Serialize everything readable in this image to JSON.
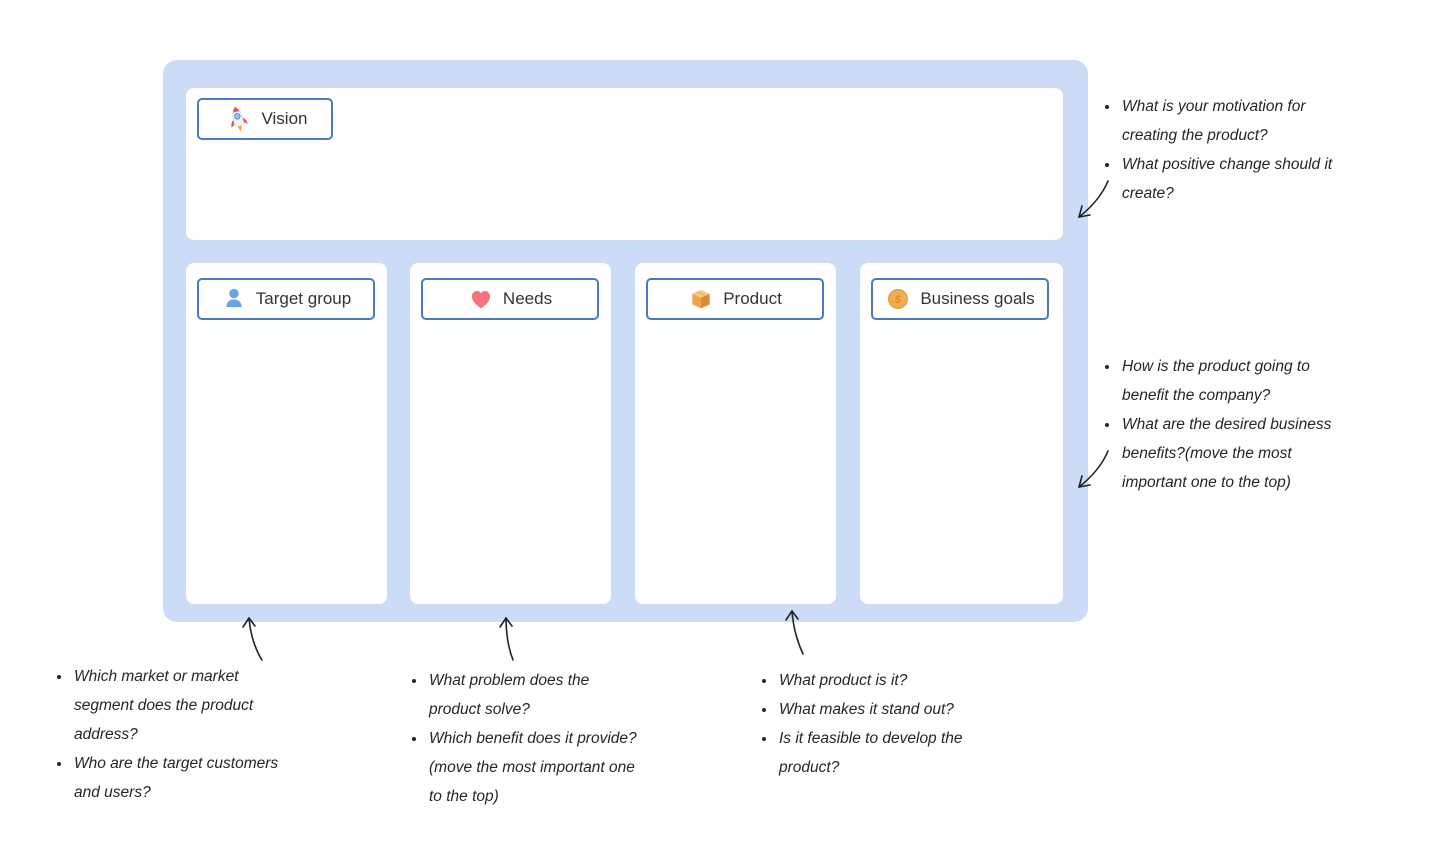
{
  "board": {
    "vision": {
      "label": "Vision",
      "icon": "rocket-icon"
    },
    "columns": [
      {
        "label": "Target group",
        "icon": "person-icon"
      },
      {
        "label": "Needs",
        "icon": "heart-icon"
      },
      {
        "label": "Product",
        "icon": "package-icon"
      },
      {
        "label": "Business goals",
        "icon": "coin-icon"
      }
    ]
  },
  "annotations": {
    "vision": {
      "items": [
        "What is your motivation for creating the product?",
        "What positive change should it create?"
      ]
    },
    "business_goals": {
      "items": [
        "How is the product going to benefit the company?",
        "What are the desired business benefits?(move the most important one to the top)"
      ]
    },
    "target_group": {
      "items": [
        "Which market or market segment does the product address?",
        "Who are the target customers and users?"
      ]
    },
    "needs": {
      "items": [
        "What problem does the product solve?",
        "Which benefit does it provide? (move the most important one to the top)"
      ]
    },
    "product": {
      "items": [
        "What product is it?",
        "What makes it stand out?",
        "Is it feasible to develop the product?"
      ]
    }
  },
  "colors": {
    "board_bg": "#ccdbf6",
    "panel_bg": "#ffffff",
    "chip_border": "#4e79c0",
    "chip_text": "#333333",
    "annotation_text": "#262626",
    "arrow": "#222222",
    "heart": "#f4737d",
    "person": "#66a5e3",
    "package": "#f0a24c",
    "coin": "#f5b04e",
    "rocket_red": "#e8515f"
  }
}
